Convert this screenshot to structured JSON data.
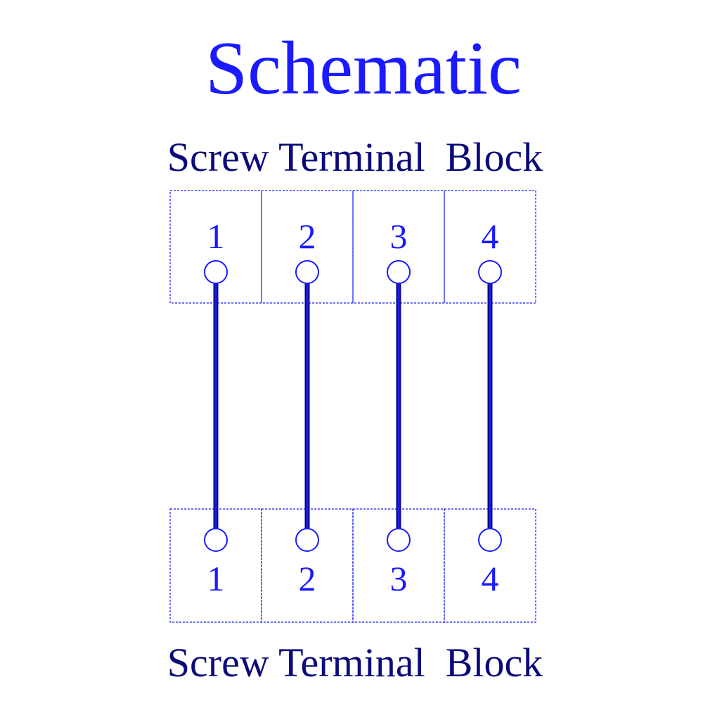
{
  "diagram": {
    "title": "Schematic",
    "top_block": {
      "label": "Screw Terminal  Block",
      "terminals": [
        "1",
        "2",
        "3",
        "4"
      ]
    },
    "bottom_block": {
      "label": "Screw Terminal  Block",
      "terminals": [
        "1",
        "2",
        "3",
        "4"
      ]
    },
    "connections": [
      {
        "from": "1",
        "to": "1"
      },
      {
        "from": "2",
        "to": "2"
      },
      {
        "from": "3",
        "to": "3"
      },
      {
        "from": "4",
        "to": "4"
      }
    ],
    "colors": {
      "accent_blue": "#1a1aff",
      "dark_blue": "#0a0a7a",
      "background": "#ffffff"
    }
  }
}
